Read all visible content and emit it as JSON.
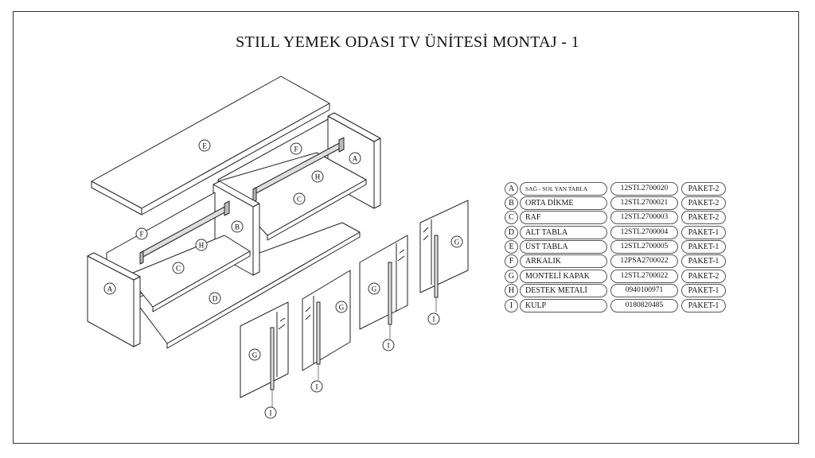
{
  "title": "STILL YEMEK ODASI TV ÜNİTESİ MONTAJ - 1",
  "diagram_labels": [
    "E",
    "F",
    "H",
    "A",
    "C",
    "F",
    "B",
    "H",
    "C",
    "A",
    "D",
    "G",
    "I",
    "G",
    "I",
    "G",
    "I",
    "G",
    "I"
  ],
  "parts": [
    {
      "letter": "A",
      "name": "SAĞ - SOL YAN TABLA",
      "code": "12STL2700020",
      "package": "PAKET-2"
    },
    {
      "letter": "B",
      "name": "ORTA DİKME",
      "code": "12STL2700021",
      "package": "PAKET-2"
    },
    {
      "letter": "C",
      "name": "RAF",
      "code": "12STL2700003",
      "package": "PAKET-2"
    },
    {
      "letter": "D",
      "name": "ALT TABLA",
      "code": "12STL2700004",
      "package": "PAKET-1"
    },
    {
      "letter": "E",
      "name": "ÜST TABLA",
      "code": "12STL2700005",
      "package": "PAKET-1"
    },
    {
      "letter": "F",
      "name": "ARKALIK",
      "code": "12PSA2700022",
      "package": "PAKET-1"
    },
    {
      "letter": "G",
      "name": "MONTELİ KAPAK",
      "code": "12STL2700022",
      "package": "PAKET-2"
    },
    {
      "letter": "H",
      "name": "DESTEK METALİ",
      "code": "0940100971",
      "package": "PAKET-1"
    },
    {
      "letter": "I",
      "name": "KULP",
      "code": "0180820485",
      "package": "PAKET-1"
    }
  ]
}
